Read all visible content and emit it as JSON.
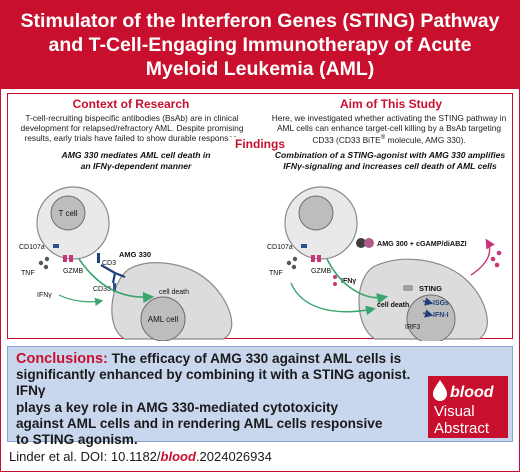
{
  "header": {
    "title_line1": "Stimulator of the Interferon Genes (STING) Pathway",
    "title_line2": "and T-Cell-Engaging Immunotherapy of Acute",
    "title_line3": "Myeloid Leukemia (AML)"
  },
  "context": {
    "title": "Context of Research",
    "line1": "T-cell-recruiting bispecific antibodies (BsAb) are in clinical",
    "line2": "development for relapsed/refractory AML. Despite promising",
    "line3": "results, early trials have failed to show durable responses."
  },
  "aim": {
    "title": "Aim of This Study",
    "line1": "Here, we investigated whether activating the STING pathway in",
    "line2": "AML cells can enhance target-cell killing by a BsAb targeting",
    "line3_pre": "CD33 (CD33 BiTE",
    "line3_sup": "®",
    "line3_post": " molecule, AMG 330)."
  },
  "findings": {
    "label": "Findings",
    "left": {
      "title_line1": "AMG 330 mediates AML cell death in",
      "title_line2": "an IFNγ-dependent manner",
      "t_cell": "T cell",
      "cd107a": "CD107a",
      "tnf": "TNF",
      "gzmb": "GZMB",
      "cd3": "CD3",
      "drug": "AMG 330",
      "cd33": "CD33",
      "ifng": "IFNγ",
      "cell_death": "cell death",
      "aml_cell": "AML cell"
    },
    "right": {
      "title_line1": "Combination of a STING-agonist with AMG 330 amplifies",
      "title_line2": "IFNγ-signaling and increases cell death of AML cells",
      "cd107a": "CD107a",
      "tnf": "TNF",
      "gzmb": "GZMB",
      "ifng": "IFNγ",
      "combo": "AMG 300 + cGAMP/diABZI",
      "sting": "STING",
      "isgs": "ISGs",
      "ifn_i": "IFN-I",
      "irf3": "IRF3",
      "cell_death": "cell death"
    }
  },
  "conclusions": {
    "head": "Conclusions:",
    "line1": " The efficacy of AMG 330 against AML cells is",
    "line2": "significantly enhanced by combining it with a STING agonist. IFNγ",
    "line3": "plays a key role in AMG 330-mediated cytotoxicity",
    "line4": "against AML cells and in rendering AML cells responsive",
    "line5": "to STING agonism."
  },
  "badge": {
    "brand": "blood",
    "line1": "Visual",
    "line2": "Abstract"
  },
  "citation": {
    "pre": "Linder et al. DOI: 10.1182/",
    "journal": "blood",
    "post": ".2024026934"
  },
  "colors": {
    "brand_red": "#c8102e",
    "conclusion_bg": "#c8d7ee",
    "arrow_green": "#3aa56e",
    "pink": "#c8357a"
  }
}
